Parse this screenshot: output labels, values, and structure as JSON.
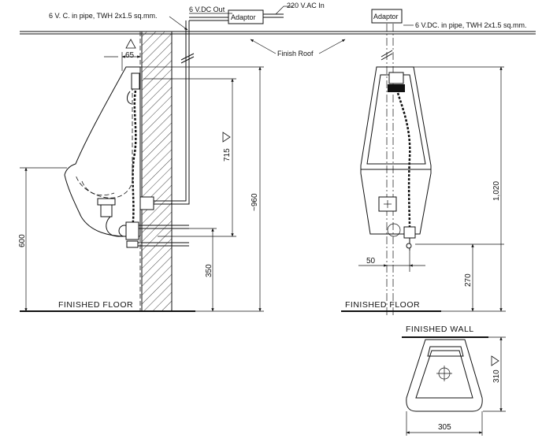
{
  "labels": {
    "pipe_note_left": "6 V. C. in pipe, TWH 2x1.5 sq.mm.",
    "vdc_out": "6 V.DC Out",
    "vac_in": "220 V.AC In",
    "adaptor_left": "Adaptor",
    "adaptor_right": "Adaptor",
    "pipe_note_right": "6 V.DC. in pipe, TWH 2x1.5 sq.mm.",
    "finish_roof": "Finish Roof",
    "finished_floor_left": "FINISHED FLOOR",
    "finished_floor_right": "FINISHED FLOOR",
    "finished_wall": "FINISHED WALL"
  },
  "dimensions": {
    "d65": "65",
    "d715": "715",
    "d960": "~960",
    "d600": "600",
    "d350": "350",
    "d50": "50",
    "d270": "270",
    "d1020": "1,020",
    "d310": "310",
    "d305": "305"
  },
  "icons": {
    "revision_mark": "triangle-icon",
    "wall_hatch": "hatch-pattern"
  }
}
